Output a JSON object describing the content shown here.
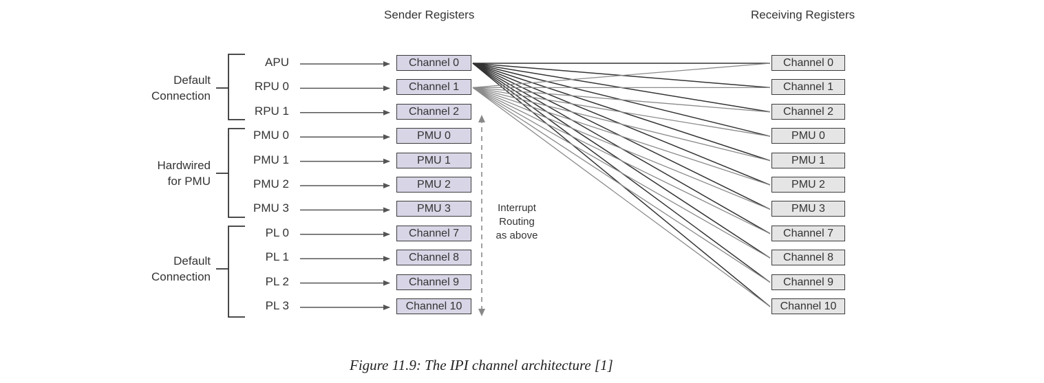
{
  "headers": {
    "sender": "Sender Registers",
    "receiver": "Receiving Registers"
  },
  "groups": [
    {
      "lines": [
        "Default",
        "Connection"
      ]
    },
    {
      "lines": [
        "Hardwired",
        "for PMU"
      ]
    },
    {
      "lines": [
        "Default",
        "Connection"
      ]
    }
  ],
  "sources": [
    "APU",
    "RPU 0",
    "RPU 1",
    "PMU 0",
    "PMU 1",
    "PMU 2",
    "PMU 3",
    "PL 0",
    "PL 1",
    "PL 2",
    "PL 3"
  ],
  "senders": [
    "Channel 0",
    "Channel 1",
    "Channel 2",
    "PMU 0",
    "PMU 1",
    "PMU 2",
    "PMU 3",
    "Channel 7",
    "Channel 8",
    "Channel 9",
    "Channel 10"
  ],
  "receivers": [
    "Channel 0",
    "Channel 1",
    "Channel 2",
    "PMU 0",
    "PMU 1",
    "PMU 2",
    "PMU 3",
    "Channel 7",
    "Channel 8",
    "Channel 9",
    "Channel 10"
  ],
  "note": [
    "Interrupt",
    "Routing",
    "as above"
  ],
  "caption": "Figure 11.9:  The IPI channel architecture [1]",
  "colors": {
    "sender_fill": "#d8d5e6",
    "receiver_fill": "#e6e5e6",
    "dark_line": "#333333",
    "light_line": "#8a8a8a"
  }
}
